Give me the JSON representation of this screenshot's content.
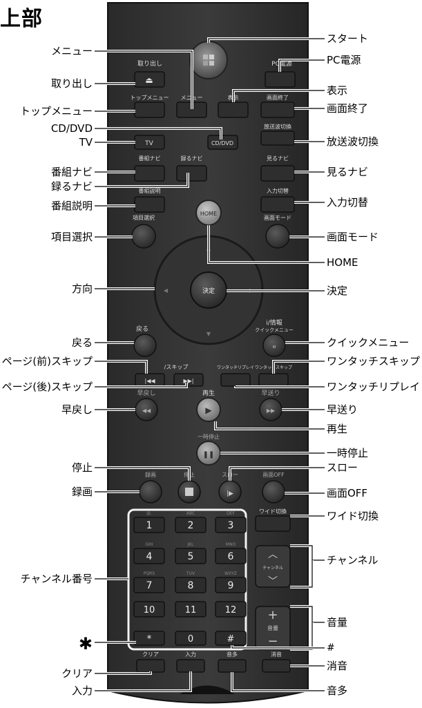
{
  "title": "上部",
  "remote": {
    "top_labels": [
      "取り出し",
      "PC電源"
    ],
    "buttons": [
      {
        "name": "menu-button",
        "text": "メニュー"
      },
      {
        "name": "display-button",
        "text": "表示"
      },
      {
        "name": "top-menu-button",
        "text": "トップメニュー"
      },
      {
        "name": "screen-exit-button",
        "text": "画面終了"
      },
      {
        "name": "cd-dvd-button",
        "text": "CD/DVD"
      },
      {
        "name": "broadcast-switch-button",
        "text": "放送波切換"
      },
      {
        "name": "tv-button",
        "text": "TV"
      },
      {
        "name": "program-navi-button",
        "text": "番組ナビ"
      },
      {
        "name": "record-navi-button",
        "text": "録るナビ"
      },
      {
        "name": "watch-navi-button",
        "text": "見るナビ"
      },
      {
        "name": "program-info-button",
        "text": "番組説明"
      },
      {
        "name": "input-switch-button",
        "text": "入力切替"
      },
      {
        "name": "item-select-button",
        "text": "項目選択"
      },
      {
        "name": "home-button",
        "text": "HOME"
      },
      {
        "name": "screen-mode-button",
        "text": "画面モード"
      },
      {
        "name": "enter-button",
        "text": "決定"
      },
      {
        "name": "back-button",
        "text": "戻る"
      },
      {
        "name": "quick-menu-button",
        "text": "i/情報 クイックメニュー"
      },
      {
        "name": "skip-label",
        "text": "/スキップ"
      },
      {
        "name": "one-touch-replay-label",
        "text": "ワンタッチリプレイ"
      },
      {
        "name": "one-touch-skip-label",
        "text": "ワンタッチスキップ"
      },
      {
        "name": "rewind-label",
        "text": "早戻し"
      },
      {
        "name": "play-label",
        "text": "再生"
      },
      {
        "name": "fast-forward-label",
        "text": "早送り"
      },
      {
        "name": "pause-label",
        "text": "一時停止"
      },
      {
        "name": "record-label",
        "text": "録画"
      },
      {
        "name": "stop-label",
        "text": "停止"
      },
      {
        "name": "slow-label",
        "text": "スロー"
      },
      {
        "name": "screen-off-label",
        "text": "画面OFF"
      },
      {
        "name": "wide-switch-button",
        "text": "ワイド切換"
      },
      {
        "name": "channel-label",
        "text": "チャンネル"
      },
      {
        "name": "volume-label",
        "text": "音量"
      },
      {
        "name": "clear-button",
        "text": "クリア"
      },
      {
        "name": "input-button",
        "text": "入力"
      },
      {
        "name": "multi-audio-button",
        "text": "音多"
      },
      {
        "name": "mute-button",
        "text": "消音"
      }
    ],
    "number_keys": [
      "1",
      "2",
      "3",
      "4",
      "5",
      "6",
      "7",
      "8",
      "9",
      "10",
      "11",
      "12",
      "0",
      "*",
      "#"
    ],
    "key_sublabels": [
      "@.",
      "ABC",
      "DEF",
      "GHI",
      "JKL",
      "MNO",
      "PQRS",
      "TUV",
      "WXYZ"
    ]
  },
  "callouts_left": [
    "メニュー",
    "取り出し",
    "トップメニュー",
    "CD/DVD",
    "TV",
    "番組ナビ",
    "録るナビ",
    "番組説明",
    "項目選択",
    "方向",
    "戻る",
    "ページ(前)スキップ",
    "ページ(後)スキップ",
    "早戻し",
    "停止",
    "録画",
    "チャンネル番号",
    "*",
    "クリア",
    "入力"
  ],
  "callouts_right": [
    "スタート",
    "PC電源",
    "表示",
    "画面終了",
    "放送波切換",
    "見るナビ",
    "入力切替",
    "画面モード",
    "HOME",
    "決定",
    "クイックメニュー",
    "ワンタッチスキップ",
    "ワンタッチリプレイ",
    "早送り",
    "再生",
    "一時停止",
    "スロー",
    "画面OFF",
    "ワイド切換",
    "チャンネル",
    "音量",
    "#",
    "消音",
    "音多"
  ]
}
